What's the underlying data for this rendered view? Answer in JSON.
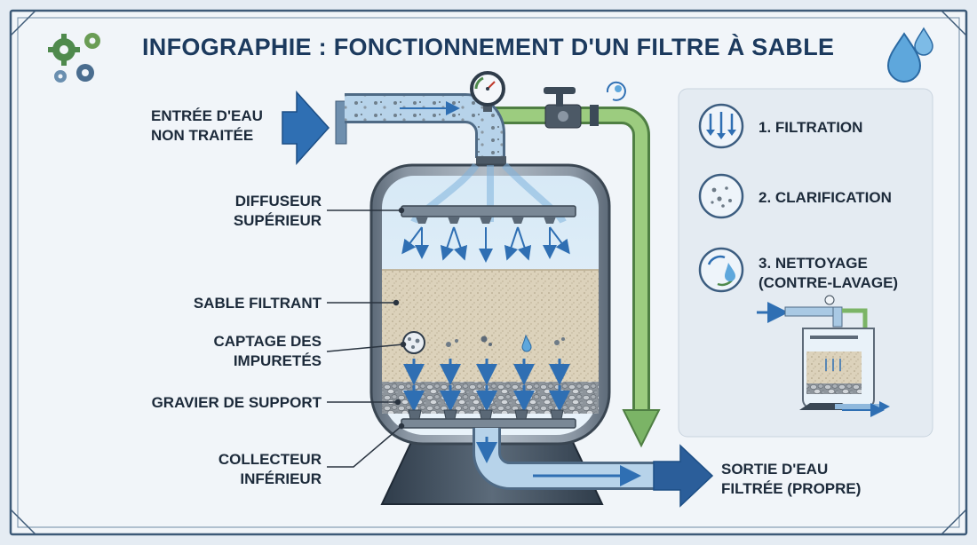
{
  "title": "INFOGRAPHIE : FONCTIONNEMENT D'UN FILTRE À SABLE",
  "labels": {
    "inlet": [
      "ENTRÉE D'EAU",
      "NON TRAITÉE"
    ],
    "diffuser": [
      "DIFFUSEUR",
      "SUPÉRIEUR"
    ],
    "sand": [
      "SABLE FILTRANT"
    ],
    "capture": [
      "CAPTAGE DES",
      "IMPURETÉS"
    ],
    "gravel": [
      "GRAVIER DE SUPPORT"
    ],
    "collector": [
      "COLLECTEUR",
      "INFÉRIEUR"
    ],
    "outlet": [
      "SORTIE D'EAU",
      "FILTRÉE (PROPRE)"
    ]
  },
  "steps": [
    {
      "label": "1. FILTRATION",
      "icon": "downward-arrows-icon"
    },
    {
      "label": "2. CLARIFICATION",
      "icon": "particles-icon"
    },
    {
      "label": "3. NETTOYAGE",
      "label2": "(CONTRE-LAVAGE)",
      "icon": "backwash-cycle-icon"
    }
  ],
  "colors": {
    "pipe_blue": "#8fb8dc",
    "arrow_blue": "#2f6fb3",
    "backwash_green": "#7bb466",
    "sand": "#d9cfb8",
    "title": "#1c3a5e"
  }
}
